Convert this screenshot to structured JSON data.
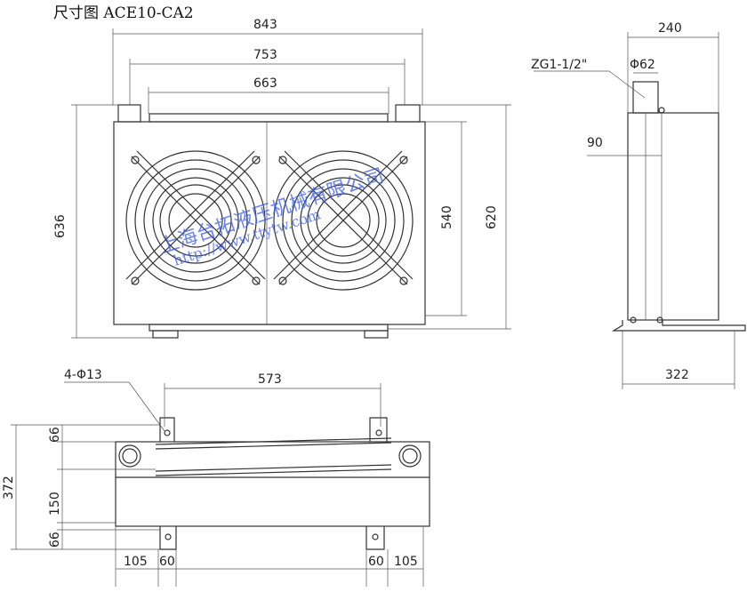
{
  "title": "尺寸图 ACE10-CA2",
  "front_view": {
    "dims": {
      "overall_width": "843",
      "port_spacing": "753",
      "strip_width": "663",
      "overall_height": "636",
      "core_height": "540",
      "frame_height": "620"
    }
  },
  "side_view": {
    "dims": {
      "depth": "240",
      "port_thread": "ZG1-1/2\"",
      "port_diameter": "Φ62",
      "port_offset": "90",
      "foot_width": "322"
    }
  },
  "bottom_view": {
    "dims": {
      "hole_spec": "4-Φ13",
      "hole_spacing": "573",
      "total_depth": "372",
      "top_margin": "66",
      "mid_span": "150",
      "bottom_margin": "66",
      "left_offset": "105",
      "left_bracket": "60",
      "right_bracket": "60",
      "right_offset": "105"
    }
  },
  "watermark": {
    "company": "上海台拓液压机械有限公司",
    "url": "http://www.ttytw.com"
  }
}
